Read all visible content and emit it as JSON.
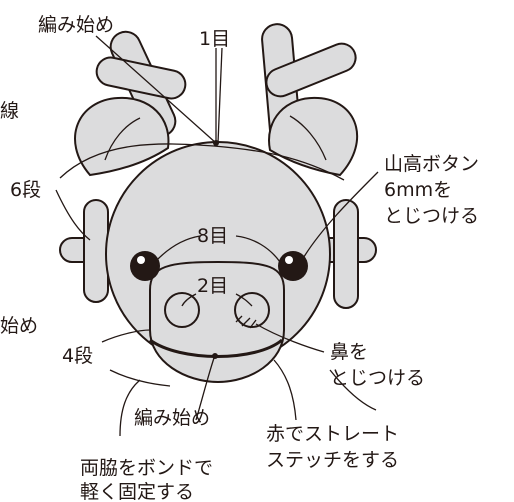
{
  "colors": {
    "body_fill": "#dcdcdd",
    "outline": "#231815",
    "stitch_red": "#231815",
    "background": "#ffffff"
  },
  "labels": {
    "start_top": "編み始め",
    "row_one": "1目",
    "edge_line": "線",
    "row_six": "6段",
    "stitch_eight": "8目",
    "stitch_two": "2目",
    "edge_start": "始め",
    "row_four": "4段",
    "start_bottom": "編み始め",
    "button_1": "山高ボタン",
    "button_2": "6mmを",
    "button_3": "とじつける",
    "nose_1": "鼻を",
    "nose_2": "とじつける",
    "red_1": "赤でストレート",
    "red_2": "ステッチをする",
    "arms_1": "両脇をボンドで",
    "arms_2": "軽く固定する"
  }
}
